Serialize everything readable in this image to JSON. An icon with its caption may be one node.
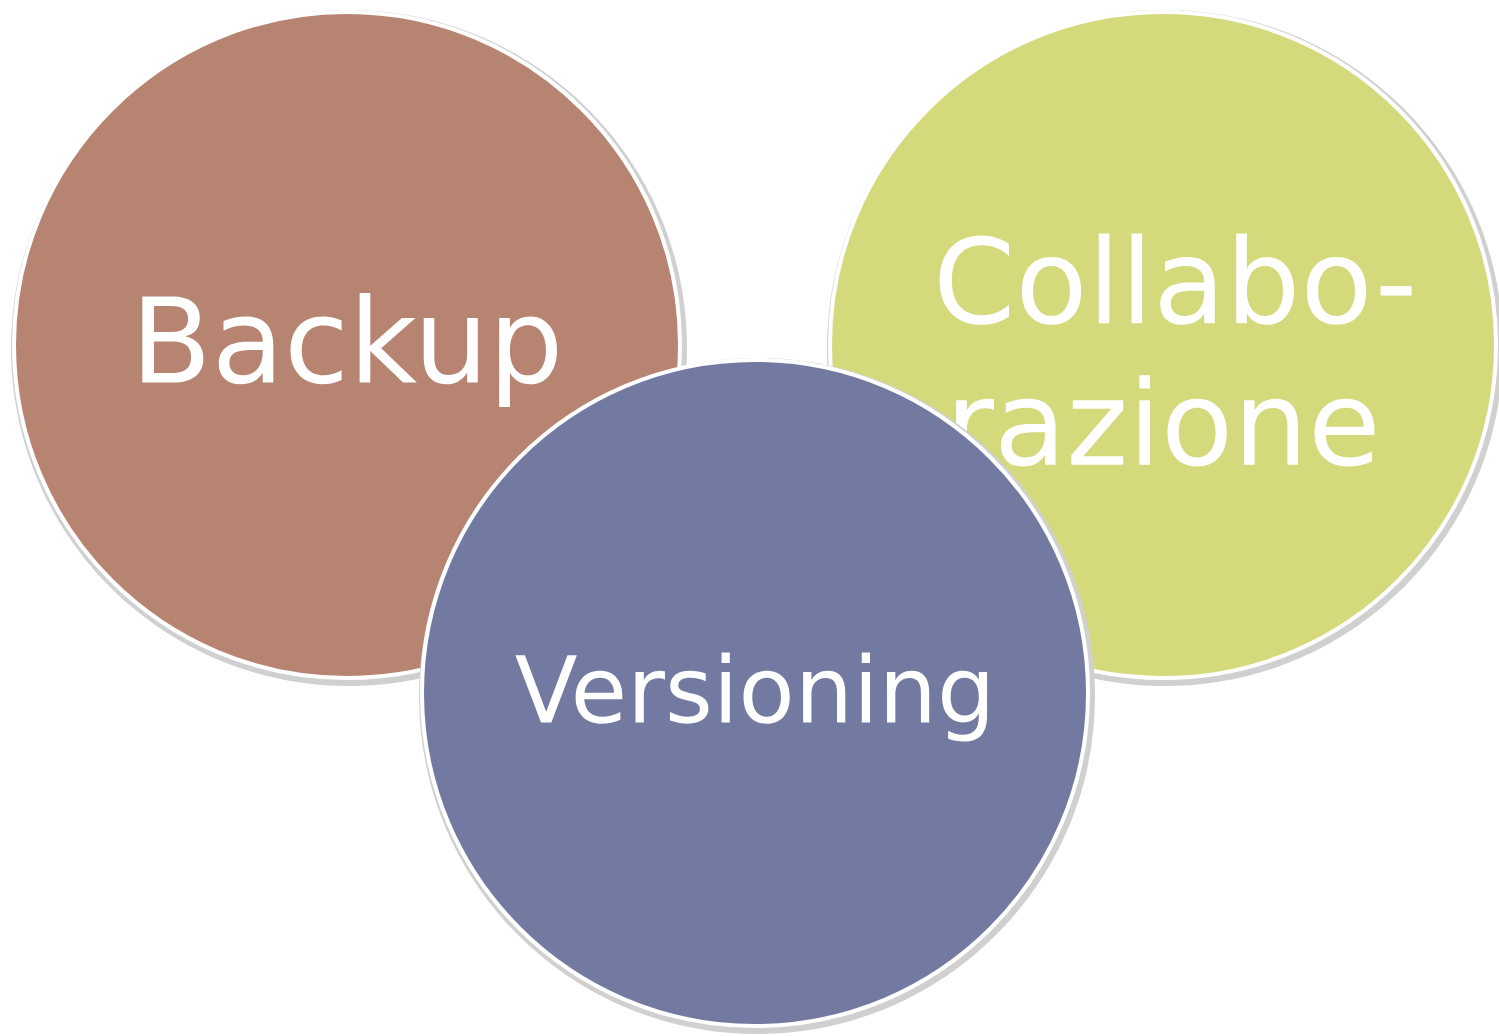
{
  "diagram": {
    "nodes": [
      {
        "text": [
          "Backup"
        ]
      },
      {
        "text": [
          "Collabo- razione"
        ]
      },
      {
        "text": [
          "Versioning"
        ]
      }
    ]
  }
}
